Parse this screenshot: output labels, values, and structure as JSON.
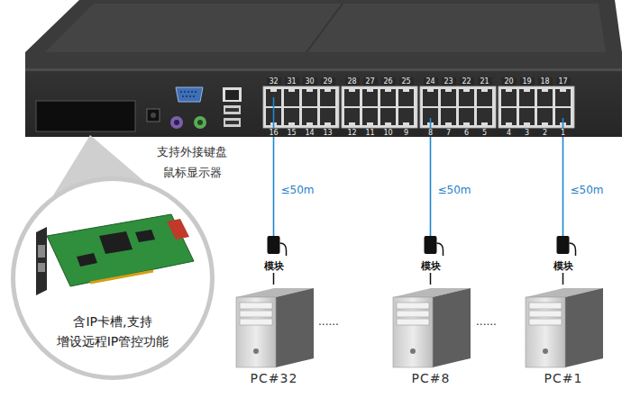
{
  "diagram": {
    "nodes": [
      {
        "text": [
          "含IP卡槽,支持 增设远程IP管控功能"
        ]
      },
      {
        "text": [
          "模块"
        ]
      },
      {
        "text": [
          "模块"
        ]
      },
      {
        "text": [
          "模块"
        ]
      },
      {
        "text": [
          "PC#32"
        ]
      },
      {
        "text": [
          "PC#8"
        ]
      },
      {
        "text": [
          "PC#1"
        ]
      }
    ],
    "edges": [
      {
        "from": 1,
        "to": 4,
        "arrow": "none"
      },
      {
        "from": 2,
        "to": 5,
        "arrow": "none"
      },
      {
        "from": 3,
        "to": 6,
        "arrow": "none"
      }
    ],
    "labels": [
      "支持外接键盘 鼠标显示器",
      "32",
      "31",
      "30",
      "29",
      "28",
      "27",
      "26",
      "25",
      "24",
      "23",
      "22",
      "21",
      "20",
      "19",
      "18",
      "17",
      "16",
      "15",
      "14",
      "13",
      "12",
      "11",
      "10",
      "9",
      "8",
      "7",
      "6",
      "5",
      "4",
      "3",
      "2",
      "1",
      "≤50m",
      "≤50m",
      "≤50m",
      "......",
      "......"
    ]
  }
}
